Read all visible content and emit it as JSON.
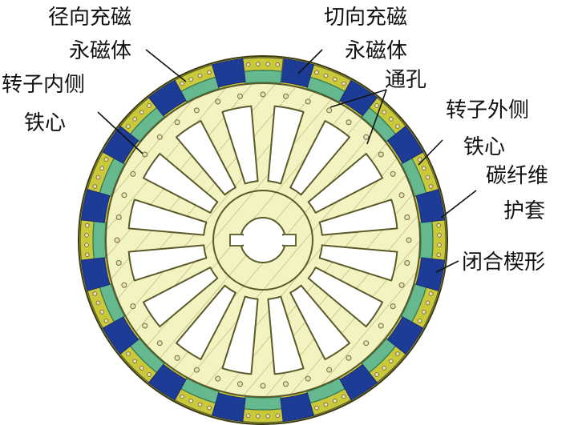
{
  "labels": {
    "radial_magnet": [
      "径向充磁",
      "永磁体"
    ],
    "tangential_magnet": [
      "切向充磁",
      "永磁体"
    ],
    "inner_core": [
      "转子内侧",
      "铁心"
    ],
    "through_hole": [
      "通孔"
    ],
    "outer_core": [
      "转子外侧",
      "铁心"
    ],
    "carbon_sleeve": [
      "碳纤维",
      "护套"
    ],
    "closing_wedge": [
      "闭合楔形"
    ]
  },
  "colors": {
    "sleeve": "#c9c93a",
    "sleeve_edge": "#3a3a14",
    "outer_core": "#c9c93a",
    "radial_magnet": "#66b98f",
    "radial_magnet_dark": "#2f7a55",
    "tangential_magnet": "#1d3c96",
    "closing_wedge": "#1b2f7a",
    "inner_core": "#f3f3c2",
    "inner_core_hatch": "#b7b070",
    "hole": "#e6e2b8",
    "hole_edge": "#7a6a3a",
    "outline": "#5a5a2a",
    "shaft": "#ffffff",
    "leader": "#111111"
  },
  "structure": {
    "pole_pairs_segments": 16,
    "spokes": 16,
    "inner_hole_count": 40,
    "outer_hole_per_segment": 4
  }
}
